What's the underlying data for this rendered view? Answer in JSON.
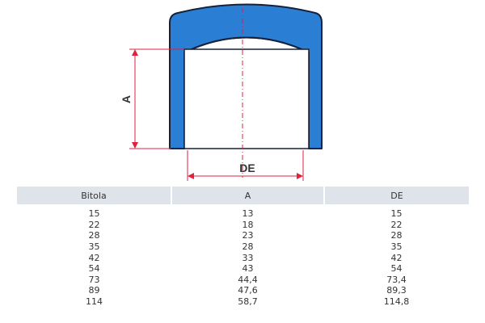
{
  "diagram": {
    "label_a": "A",
    "label_de": "DE",
    "colors": {
      "cap_fill": "#2a7fd4",
      "cap_stroke": "#15213a",
      "dimension": "#e0223f"
    }
  },
  "table": {
    "headers": [
      "Bitola",
      "A",
      "DE"
    ],
    "rows": [
      [
        "15",
        "13",
        "15"
      ],
      [
        "22",
        "18",
        "22"
      ],
      [
        "28",
        "23",
        "28"
      ],
      [
        "35",
        "28",
        "35"
      ],
      [
        "42",
        "33",
        "42"
      ],
      [
        "54",
        "43",
        "54"
      ],
      [
        "73",
        "44,4",
        "73,4"
      ],
      [
        "89",
        "47,6",
        "89,3"
      ],
      [
        "114",
        "58,7",
        "114,8"
      ]
    ]
  }
}
